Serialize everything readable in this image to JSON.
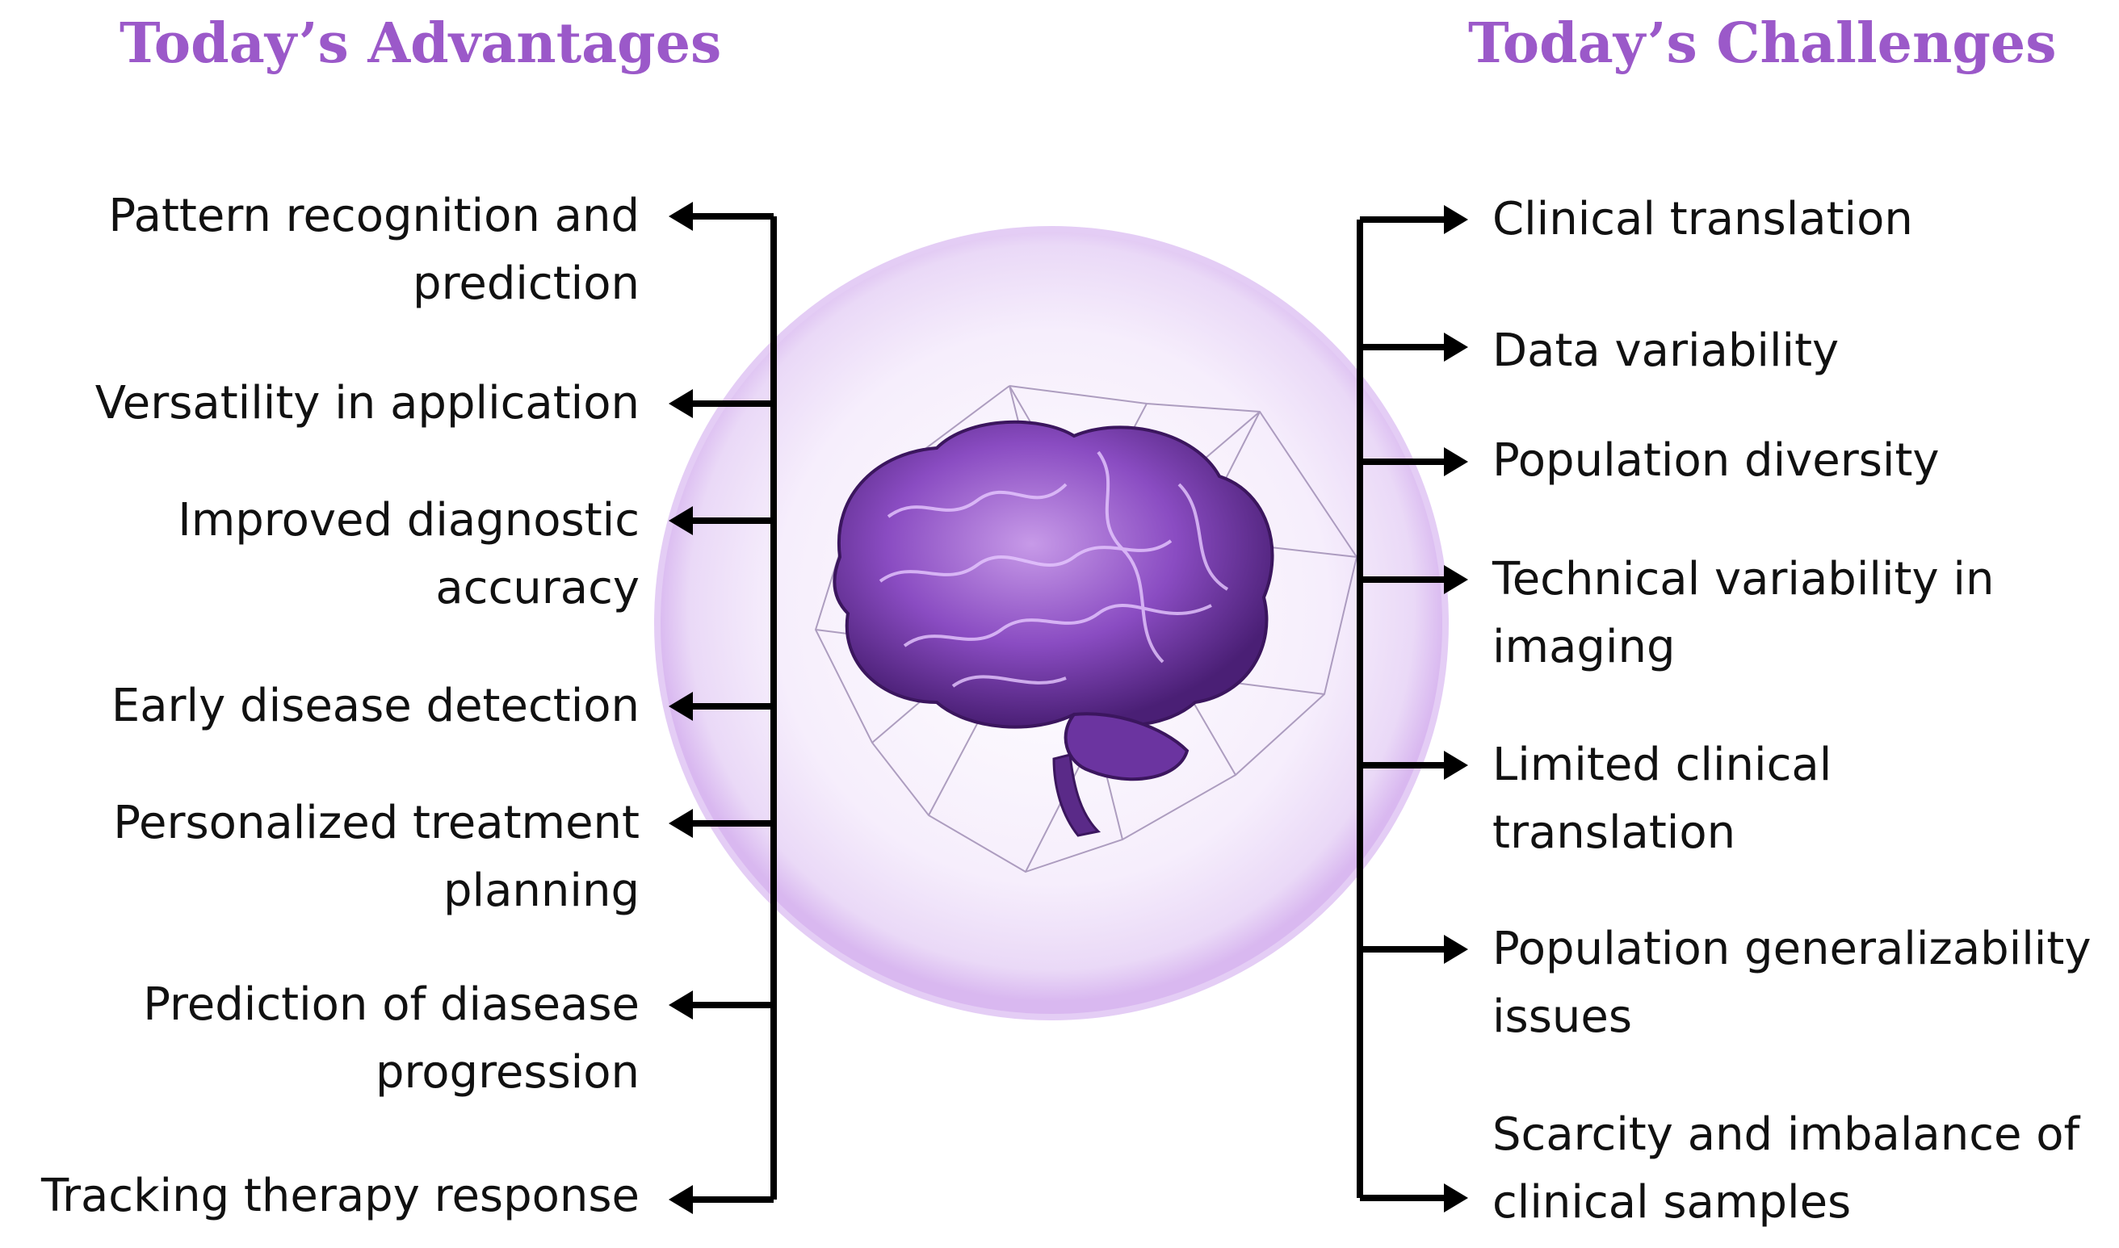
{
  "headings": {
    "advantages": "Today’s Advantages",
    "challenges": "Today’s Challenges"
  },
  "advantages": [
    "Pattern recognition and\nprediction",
    "Versatility in application",
    "Improved diagnostic\naccuracy",
    "Early disease detection",
    "Personalized treatment\nplanning",
    "Prediction of diasease\nprogression",
    "Tracking therapy response"
  ],
  "challenges": [
    "Clinical translation",
    "Data variability",
    "Population diversity",
    "Technical variability in\nimaging",
    "Limited clinical\ntranslation",
    "Population generalizability\nissues",
    "Scarcity and imbalance of\nclinical samples"
  ],
  "colors": {
    "heading": "#9b59c9",
    "brain": "#7a3fb0",
    "sphere": "#efe3fa",
    "connector": "#000000"
  },
  "icons": {
    "center": "brain-icon"
  }
}
